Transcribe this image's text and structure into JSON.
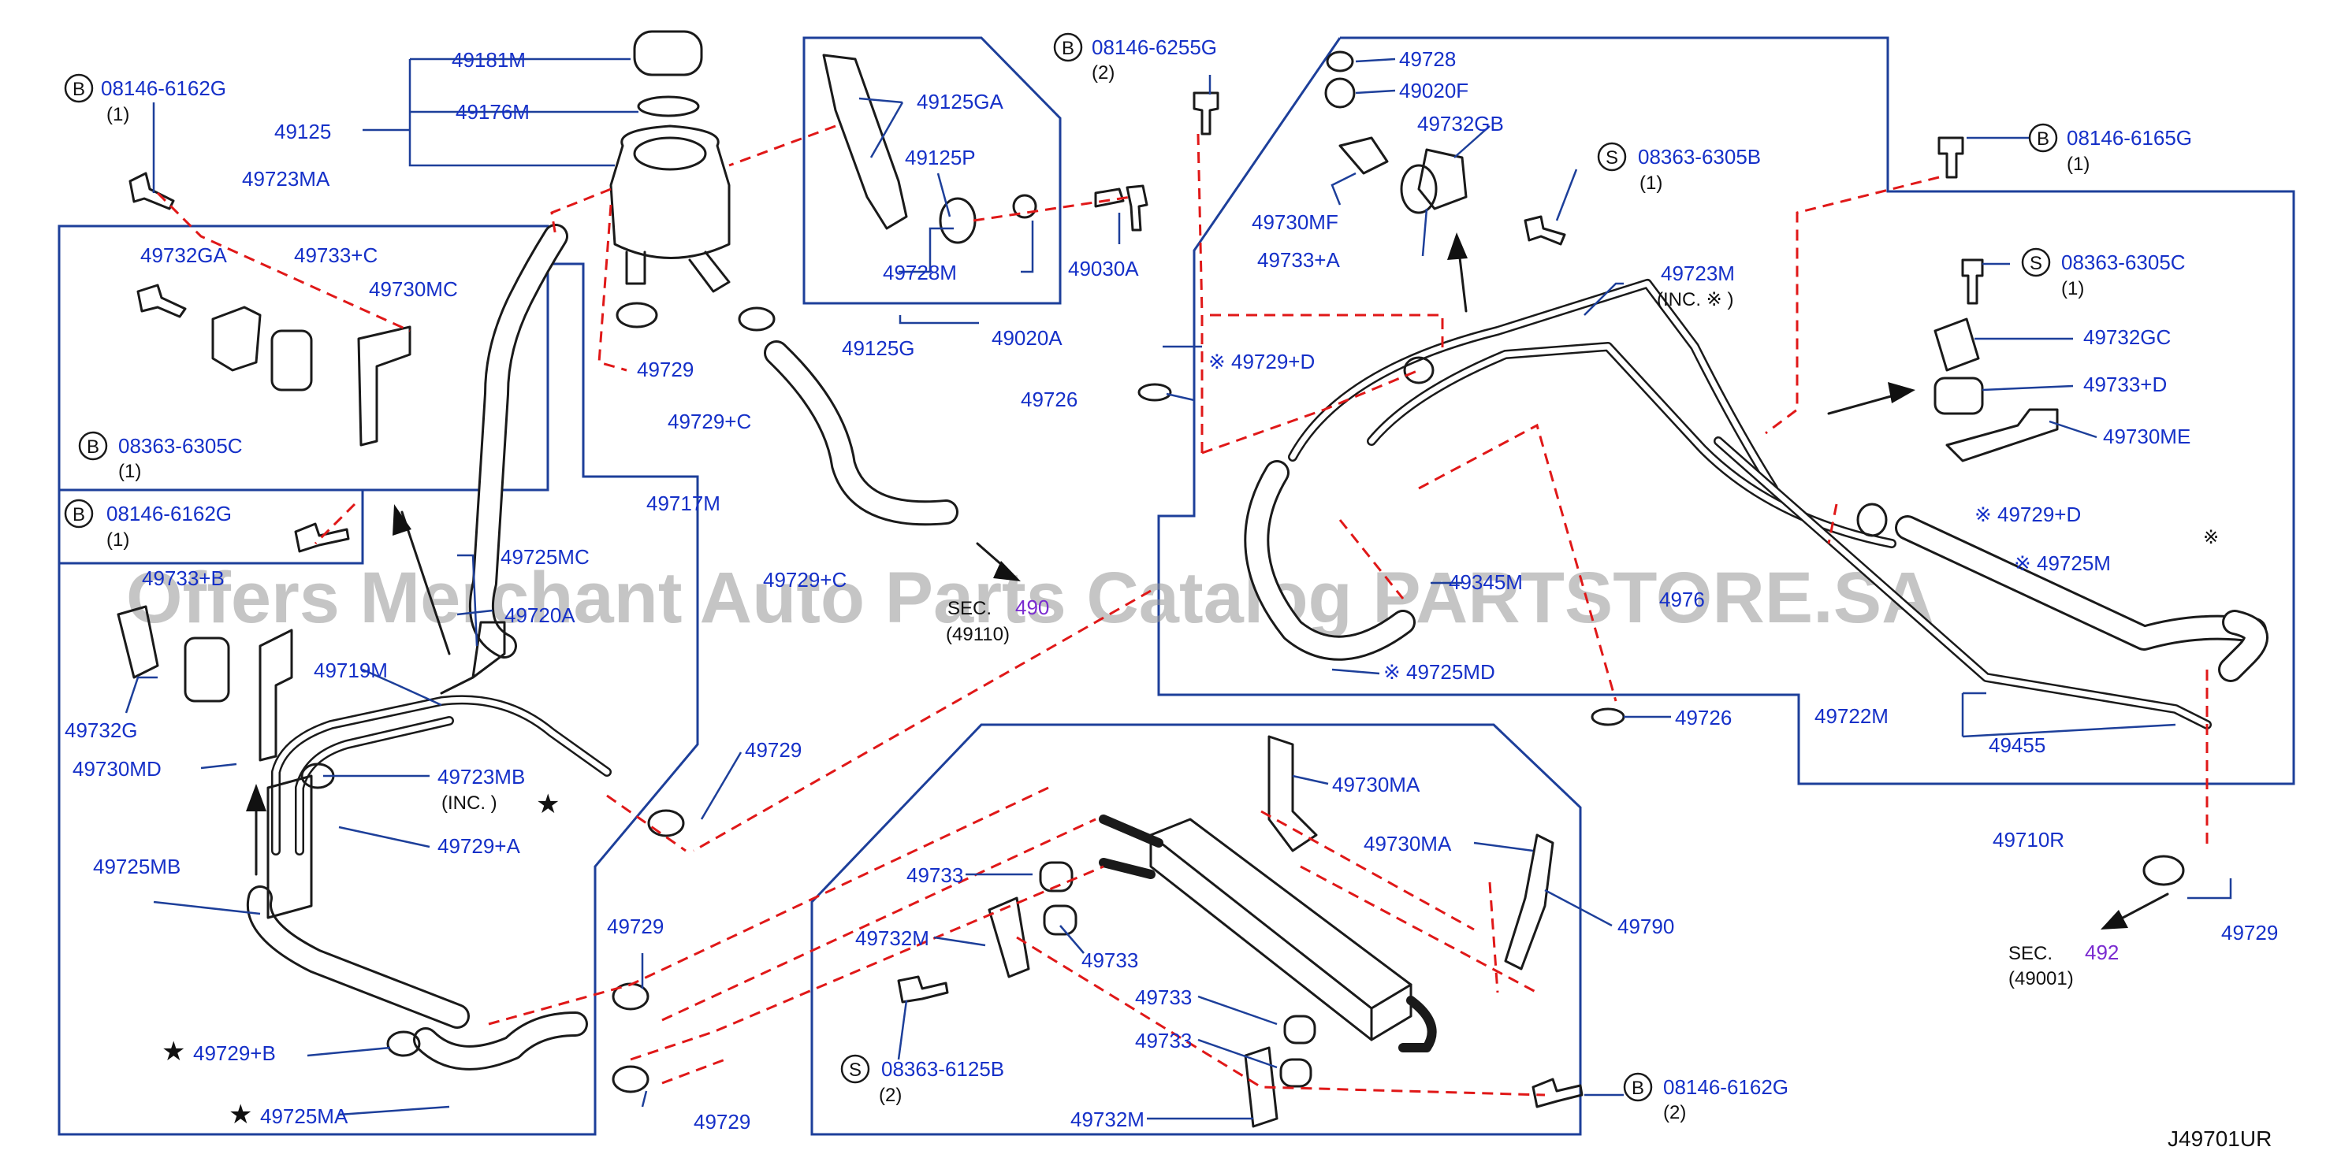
{
  "diagram_id": "J49701UR",
  "watermark": "Offers Merchant Auto Parts Catalog PARTSTORE.SA",
  "parts": {
    "p49181M": "49181M",
    "p49176M": "49176M",
    "p49125": "49125",
    "p49723MA": "49723MA",
    "p49732GA": "49732GA",
    "p49733C": "49733+C",
    "p49730MC": "49730MC",
    "p49729_res": "49729",
    "p49729C_a": "49729+C",
    "p49717M": "49717M",
    "p49125GA": "49125GA",
    "p49125P": "49125P",
    "p49728M": "49728M",
    "p49125G": "49125G",
    "p49030A": "49030A",
    "p49020A": "49020A",
    "p49726_a": "49726",
    "p49728": "49728",
    "p49020F": "49020F",
    "p49732GB": "49732GB",
    "p49730MF": "49730MF",
    "p49733A": "49733+A",
    "p49723M": "49723M",
    "inc_mark": "(INC.  ※ )",
    "p49729D_a": "※ 49729+D",
    "p49345M": "49345M",
    "p4976x": "4976",
    "p49725MD": "※ 49725MD",
    "p49726_b": "49726",
    "p49732GC": "49732GC",
    "p49733D": "49733+D",
    "p49730ME": "49730ME",
    "p49729D_b": "※ 49729+D",
    "p49725M": "※ 49725M",
    "ref_mark": "※",
    "p49722M": "49722M",
    "p49455": "49455",
    "p49710R": "49710R",
    "p49729_r": "49729",
    "p49725MC": "49725MC",
    "p49720A": "49720A",
    "p49729C_b": "49729+C",
    "p49719M": "49719M",
    "p49723MB": "49723MB",
    "inc_star": "(INC.     )",
    "p49729A": "49729+A",
    "p49729_c": "49729",
    "p49733B": "49733+B",
    "p49732G": "49732G",
    "p49730MD": "49730MD",
    "p49725MB": "49725MB",
    "p49729B": "49729+B",
    "p49725MA": "49725MA",
    "p49729_d": "49729",
    "p49729_e": "49729",
    "p49733_a": "49733",
    "p49732M_a": "49732M",
    "p49733_b": "49733",
    "p49733_c": "49733",
    "p49733_d": "49733",
    "p49732M_b": "49732M",
    "p49730MA_a": "49730MA",
    "p49730MA_b": "49730MA",
    "p49790": "49790"
  },
  "bolts": {
    "b1": {
      "letter": "B",
      "code": "08146-6162G",
      "qty": "(1)"
    },
    "b2": {
      "letter": "B",
      "code": "08363-6305C",
      "qty": "(1)"
    },
    "b3": {
      "letter": "B",
      "code": "08146-6162G",
      "qty": "(1)"
    },
    "b4": {
      "letter": "B",
      "code": "08146-6255G",
      "qty": "(2)"
    },
    "b5": {
      "letter": "S",
      "code": "08363-6305B",
      "qty": "(1)"
    },
    "b6": {
      "letter": "B",
      "code": "08146-6165G",
      "qty": "(1)"
    },
    "b7": {
      "letter": "S",
      "code": "08363-6305C",
      "qty": "(1)"
    },
    "b8": {
      "letter": "S",
      "code": "08363-6125B",
      "qty": "(2)"
    },
    "b9": {
      "letter": "B",
      "code": "08146-6162G",
      "qty": "(2)"
    }
  },
  "sections": {
    "s1": {
      "prefix": "SEC.",
      "num": "490",
      "sub": "(49110)"
    },
    "s2": {
      "prefix": "SEC.",
      "num": "492",
      "sub": "(49001)"
    }
  },
  "colors": {
    "label": "#1530c8",
    "leader": "#1d3f9a",
    "dash": "#e01818",
    "line": "#1a1a1a"
  }
}
